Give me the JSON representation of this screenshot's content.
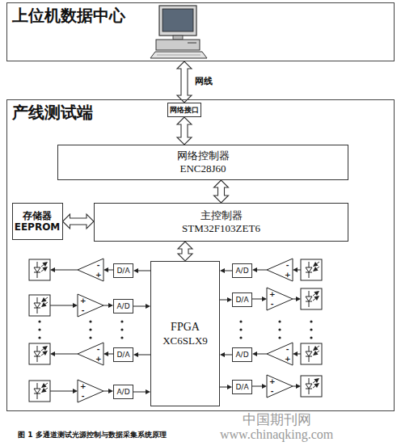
{
  "diagram": {
    "caption": "图 1 多通道测试光源控制与数据采集系统原理",
    "nodes": [
      {
        "text": [
          "上位机数据中心"
        ]
      },
      {
        "text": [
          "产线测试端"
        ]
      },
      {
        "text": [
          "网络接口"
        ],
        "in": 1
      },
      {
        "text": [
          "网络控制器",
          "ENC28J60"
        ],
        "in": 1
      },
      {
        "text": [
          "存储器",
          "EEPROM"
        ],
        "in": 1
      },
      {
        "text": [
          "主控制器",
          "STM32F103ZET6"
        ],
        "in": 1
      },
      {
        "text": [
          "FPGA",
          "XC6SLX9"
        ],
        "in": 1
      },
      {
        "text": [
          "D/A"
        ],
        "in": 1
      },
      {
        "text": [
          "A/D"
        ],
        "in": 1
      },
      {
        "text": [
          "D/A"
        ],
        "in": 1
      },
      {
        "text": [
          "A/D"
        ],
        "in": 1
      },
      {
        "text": [
          "A/D"
        ],
        "in": 1
      },
      {
        "text": [
          "D/A"
        ],
        "in": 1
      },
      {
        "text": [
          "A/D"
        ],
        "in": 1
      },
      {
        "text": [
          "D/A"
        ],
        "in": 1
      }
    ],
    "edges": [
      {
        "from": 0,
        "to": 2,
        "label": "网线",
        "arrow": "both"
      },
      {
        "from": 2,
        "to": 3,
        "arrow": "both"
      },
      {
        "from": 3,
        "to": 5,
        "arrow": "both"
      },
      {
        "from": 4,
        "to": 5,
        "arrow": "both"
      },
      {
        "from": 5,
        "to": 6,
        "arrow": "both"
      },
      {
        "from": 6,
        "to": 7,
        "arrow": "to"
      },
      {
        "from": 8,
        "to": 6,
        "arrow": "to"
      },
      {
        "from": 6,
        "to": 9,
        "arrow": "to"
      },
      {
        "from": 10,
        "to": 6,
        "arrow": "to"
      },
      {
        "from": 11,
        "to": 6,
        "arrow": "to"
      },
      {
        "from": 6,
        "to": 12,
        "arrow": "to"
      },
      {
        "from": 13,
        "to": 6,
        "arrow": "to"
      },
      {
        "from": 6,
        "to": 14,
        "arrow": "to"
      }
    ],
    "labels": [
      "-",
      "+",
      "+",
      "-",
      "-",
      "+",
      "+",
      "-",
      "-",
      "+",
      "+",
      "-",
      "-",
      "+",
      "+",
      "-",
      "中国期刊网",
      "www.chinaqking.com"
    ]
  }
}
